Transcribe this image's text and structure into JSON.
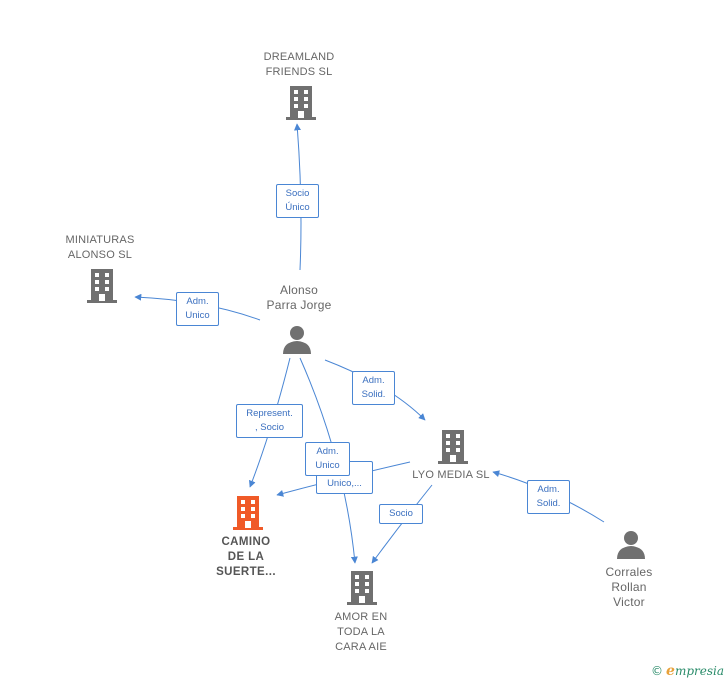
{
  "colors": {
    "edge": "#4a86d4",
    "company_icon": "#707070",
    "highlight_icon": "#f05a28",
    "person_icon": "#707070"
  },
  "nodes": {
    "dreamland": {
      "label": "DREAMLAND\nFRIENDS SL",
      "icon": "building-icon"
    },
    "miniaturas": {
      "label": "MINIATURAS\nALONSO SL",
      "icon": "building-icon"
    },
    "alonso": {
      "label": "Alonso\nParra Jorge",
      "icon": "person-icon"
    },
    "lyo": {
      "label": "LYO MEDIA  SL",
      "icon": "building-icon"
    },
    "camino": {
      "label": "CAMINO\nDE LA\nSUERTE...",
      "icon": "building-icon"
    },
    "amor": {
      "label": "AMOR EN\nTODA LA\nCARA AIE",
      "icon": "building-icon"
    },
    "corrales": {
      "label": "Corrales\nRollan\nVictor",
      "icon": "person-icon"
    }
  },
  "edges": {
    "socio_unico": "Socio\nÚnico",
    "adm_unico_miniaturas": "Adm.\nUnico",
    "adm_solid_alonso_lyo": "Adm.\nSolid.",
    "represent_socio": "Represent.\n, Socio",
    "unico_etc": "Unico,...",
    "adm_unico_amor": "Adm.\nUnico",
    "socio_lyo_amor": "Socio",
    "adm_solid_corrales_lyo": "Adm.\nSolid."
  },
  "brand": {
    "copyright": "©",
    "name_initial": "e",
    "name_rest": "mpresia"
  }
}
